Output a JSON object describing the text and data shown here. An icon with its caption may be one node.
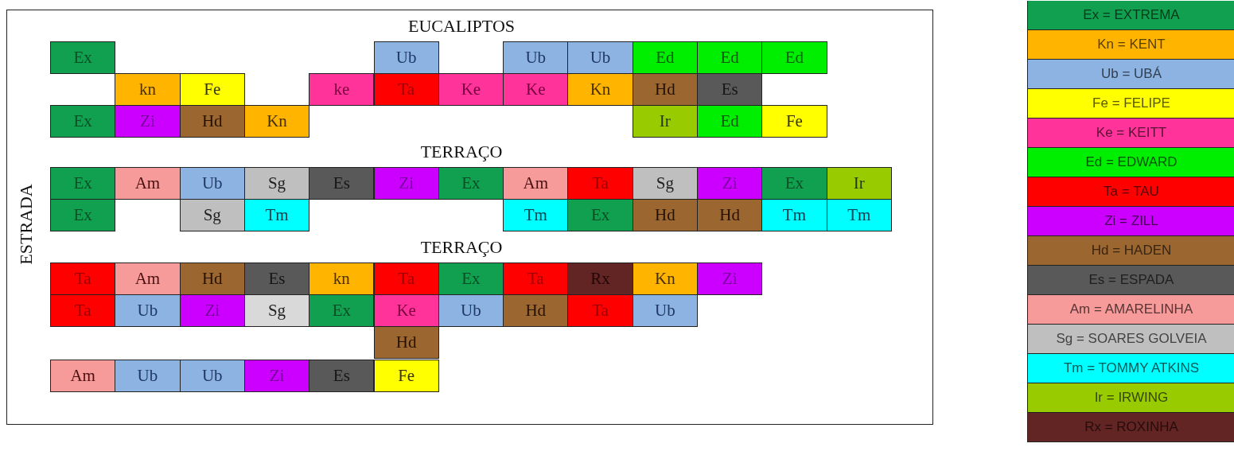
{
  "diagram": {
    "nodes": [
      {
        "text": [
          "Ex"
        ]
      },
      {
        "text": [
          "Ub"
        ]
      },
      {
        "text": [
          "Ub"
        ]
      },
      {
        "text": [
          "Ub"
        ]
      },
      {
        "text": [
          "Ed"
        ]
      },
      {
        "text": [
          "Ed"
        ]
      },
      {
        "text": [
          "Ed"
        ]
      },
      {
        "text": [
          "kn"
        ]
      },
      {
        "text": [
          "Fe"
        ]
      },
      {
        "text": [
          "ke"
        ]
      },
      {
        "text": [
          "Ta"
        ]
      },
      {
        "text": [
          "Ke"
        ]
      },
      {
        "text": [
          "Ke"
        ]
      },
      {
        "text": [
          "Kn"
        ]
      },
      {
        "text": [
          "Hd"
        ]
      },
      {
        "text": [
          "Es"
        ]
      },
      {
        "text": [
          "Ex"
        ]
      },
      {
        "text": [
          "Zi"
        ]
      },
      {
        "text": [
          "Hd"
        ]
      },
      {
        "text": [
          "Kn"
        ]
      },
      {
        "text": [
          "Ir"
        ]
      },
      {
        "text": [
          "Ed"
        ]
      },
      {
        "text": [
          "Fe"
        ]
      },
      {
        "text": [
          "Ex"
        ]
      },
      {
        "text": [
          "Am"
        ]
      },
      {
        "text": [
          "Ub"
        ]
      },
      {
        "text": [
          "Sg"
        ]
      },
      {
        "text": [
          "Es"
        ]
      },
      {
        "text": [
          "Zi"
        ]
      },
      {
        "text": [
          "Ex"
        ]
      },
      {
        "text": [
          "Am"
        ]
      },
      {
        "text": [
          "Ta"
        ]
      },
      {
        "text": [
          "Sg"
        ]
      },
      {
        "text": [
          "Zi"
        ]
      },
      {
        "text": [
          "Ex"
        ]
      },
      {
        "text": [
          "Ir"
        ]
      },
      {
        "text": [
          "Ex"
        ]
      },
      {
        "text": [
          "Sg"
        ]
      },
      {
        "text": [
          "Tm"
        ]
      },
      {
        "text": [
          "Tm"
        ]
      },
      {
        "text": [
          "Ex"
        ]
      },
      {
        "text": [
          "Hd"
        ]
      },
      {
        "text": [
          "Hd"
        ]
      },
      {
        "text": [
          "Tm"
        ]
      },
      {
        "text": [
          "Tm"
        ]
      },
      {
        "text": [
          "Ta"
        ]
      },
      {
        "text": [
          "Am"
        ]
      },
      {
        "text": [
          "Hd"
        ]
      },
      {
        "text": [
          "Es"
        ]
      },
      {
        "text": [
          "kn"
        ]
      },
      {
        "text": [
          "Ta"
        ]
      },
      {
        "text": [
          "Ex"
        ]
      },
      {
        "text": [
          "Ta"
        ]
      },
      {
        "text": [
          "Rx"
        ]
      },
      {
        "text": [
          "Kn"
        ]
      },
      {
        "text": [
          "Zi"
        ]
      },
      {
        "text": [
          "Ta"
        ]
      },
      {
        "text": [
          "Ub"
        ]
      },
      {
        "text": [
          "Zi"
        ]
      },
      {
        "text": [
          "Sg"
        ]
      },
      {
        "text": [
          "Ex"
        ]
      },
      {
        "text": [
          "Ke"
        ]
      },
      {
        "text": [
          "Ub"
        ]
      },
      {
        "text": [
          "Hd"
        ]
      },
      {
        "text": [
          "Ta"
        ]
      },
      {
        "text": [
          "Ub"
        ]
      },
      {
        "text": [
          "Hd"
        ]
      },
      {
        "text": [
          "Am"
        ]
      },
      {
        "text": [
          "Ub"
        ]
      },
      {
        "text": [
          "Ub"
        ]
      },
      {
        "text": [
          "Zi"
        ]
      },
      {
        "text": [
          "Es"
        ]
      },
      {
        "text": [
          "Fe"
        ]
      }
    ],
    "labels": [
      "EUCALIPTOS",
      "TERRAÇO",
      "TERRAÇO",
      "ESTRADA"
    ],
    "legend": [
      {
        "text": "Ex = EXTREMA",
        "color": "#10a04f"
      },
      {
        "text": "Kn = KENT",
        "color": "#ffb400"
      },
      {
        "text": "Ub = UBÁ",
        "color": "#8db3e2"
      },
      {
        "text": "Fe = FELIPE",
        "color": "#ffff00"
      },
      {
        "text": "Ke = KEITT",
        "color": "#ff3399"
      },
      {
        "text": "Ed = EDWARD",
        "color": "#00ee00"
      },
      {
        "text": "Ta = TAU",
        "color": "#ff0000"
      },
      {
        "text": "Zi = ZILL",
        "color": "#cc00ff"
      },
      {
        "text": "Hd = HADEN",
        "color": "#9c6630"
      },
      {
        "text": "Es = ESPADA",
        "color": "#595959"
      },
      {
        "text": "Am = AMARELINHA",
        "color": "#f79a9a"
      },
      {
        "text": "Sg = SOARES GOLVEIA",
        "color": "#bfbfbf"
      },
      {
        "text": "Tm = TOMMY ATKINS",
        "color": "#00ffff"
      },
      {
        "text": "Ir = IRWING",
        "color": "#99cc00"
      },
      {
        "text": "Rx = ROXINHA",
        "color": "#632523"
      }
    ]
  }
}
